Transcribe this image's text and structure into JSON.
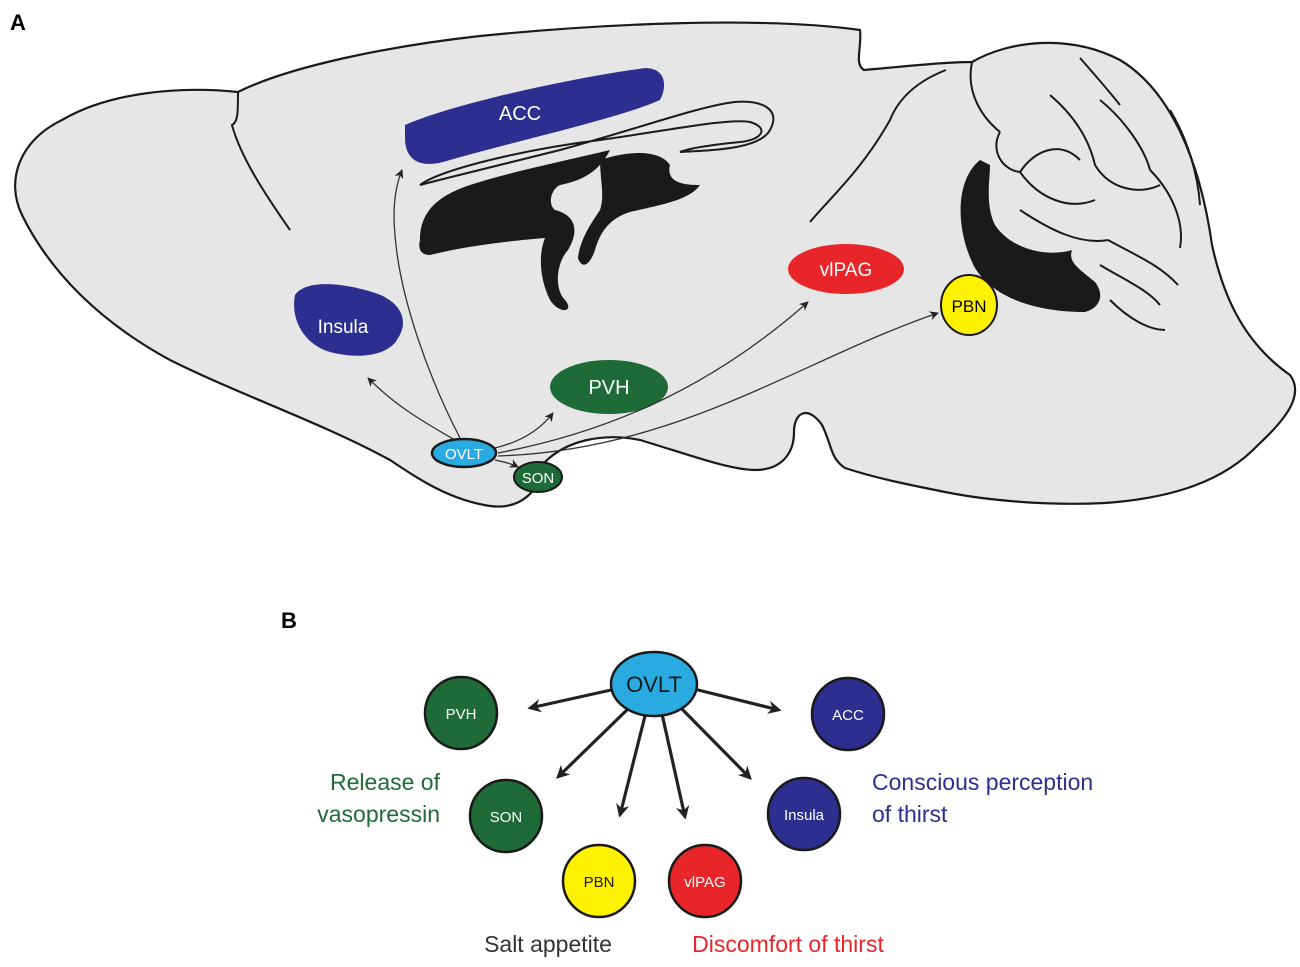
{
  "panels": {
    "a_letter": "A",
    "b_letter": "B"
  },
  "brain_regions": {
    "acc": "ACC",
    "insula": "Insula",
    "pvh": "PVH",
    "ovlt": "OVLT",
    "son": "SON",
    "vlpag": "vlPAG",
    "pbn": "PBN"
  },
  "schematic": {
    "center": "OVLT",
    "pvh": "PVH",
    "son": "SON",
    "pbn": "PBN",
    "vlpag": "vlPAG",
    "insula": "Insula",
    "acc": "ACC"
  },
  "functions": {
    "vasopressin_line1": "Release of",
    "vasopressin_line2": "vasopressin",
    "conscious_line1": "Conscious perception",
    "conscious_line2": "of thirst",
    "salt": "Salt appetite",
    "discomfort": "Discomfort of thirst"
  },
  "colors": {
    "green": "#1e6b37",
    "navy": "#2c2f8f",
    "cyan": "#29abe2",
    "red": "#e8262a",
    "yellow": "#fff200",
    "brain_fill": "#e6e6e6",
    "ventricle": "#1a1a1a"
  }
}
